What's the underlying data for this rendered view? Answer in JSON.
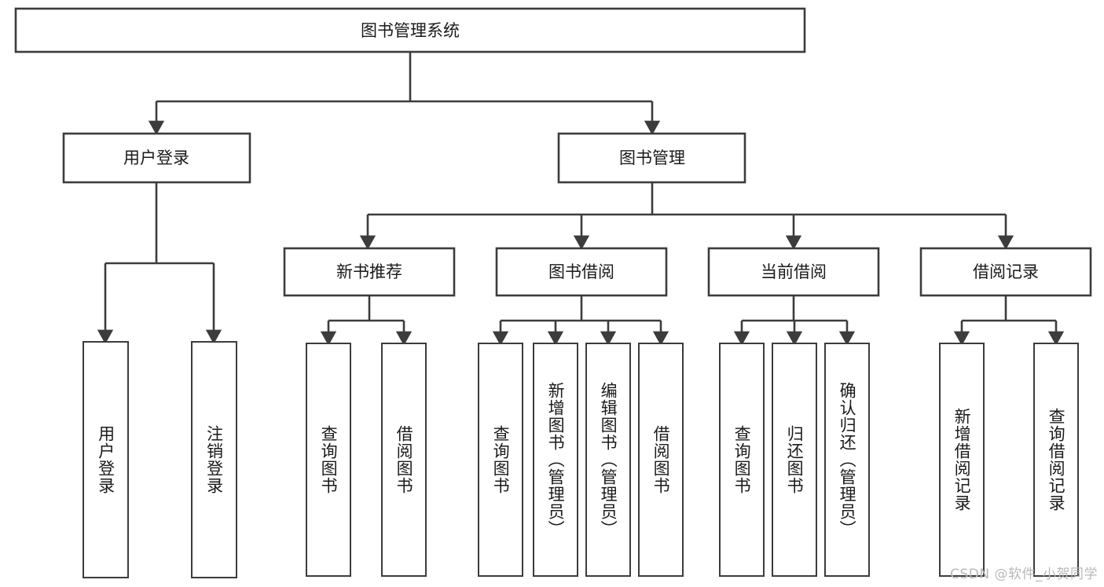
{
  "diagram": {
    "type": "tree-hierarchy",
    "title": "图书管理系统",
    "orientation": "top-down",
    "watermark": "CSDN @软件_小贺同学",
    "colors": {
      "stroke": "#3c3c3c",
      "fill": "#ffffff",
      "text": "#1a1a1a",
      "watermark": "#b8b8b8"
    },
    "root": {
      "label": "图书管理系统"
    },
    "level2": [
      {
        "label": "用户登录"
      },
      {
        "label": "图书管理"
      }
    ],
    "level3": [
      {
        "label": "新书推荐"
      },
      {
        "label": "图书借阅"
      },
      {
        "label": "当前借阅"
      },
      {
        "label": "借阅记录"
      }
    ],
    "leaves": {
      "user_login": [
        {
          "label": "用户登录"
        },
        {
          "label": "注销登录"
        }
      ],
      "new_book_recommend": [
        {
          "label": "查询图书"
        },
        {
          "label": "借阅图书"
        }
      ],
      "book_borrow": [
        {
          "label": "查询图书"
        },
        {
          "label": "新增图书（管理员）"
        },
        {
          "label": "编辑图书（管理员）"
        },
        {
          "label": "借阅图书"
        }
      ],
      "current_borrow": [
        {
          "label": "查询图书"
        },
        {
          "label": "归还图书"
        },
        {
          "label": "确认归还（管理员）"
        }
      ],
      "borrow_record": [
        {
          "label": "新增借阅记录"
        },
        {
          "label": "查询借阅记录"
        }
      ]
    }
  }
}
